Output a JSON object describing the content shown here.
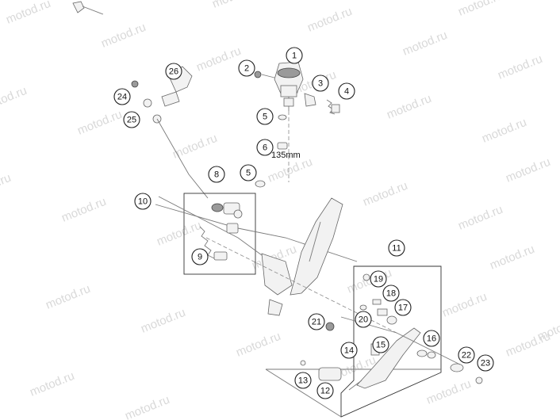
{
  "watermark": "motod.ru",
  "dimension_label": "135mm",
  "callouts": [
    "1",
    "2",
    "3",
    "4",
    "5",
    "6",
    "5",
    "8",
    "10",
    "9",
    "26",
    "24",
    "25",
    "11",
    "19",
    "18",
    "17",
    "20",
    "21",
    "16",
    "15",
    "14",
    "22",
    "23",
    "13",
    "12"
  ]
}
